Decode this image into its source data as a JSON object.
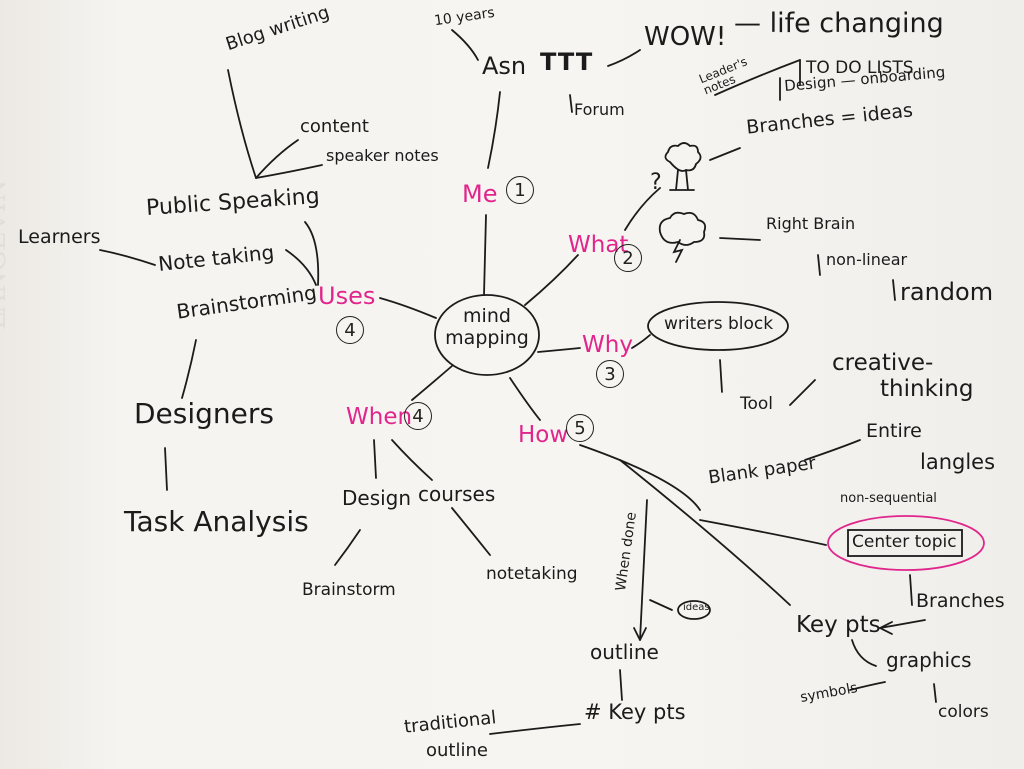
{
  "center": "mind\nmapping",
  "watermark": "LANGEVIN",
  "branches": {
    "me": {
      "label": "Me",
      "number": "1"
    },
    "what": {
      "label": "What",
      "number": "2"
    },
    "why": {
      "label": "Why",
      "number": "3"
    },
    "how": {
      "label": "How",
      "number": "5"
    },
    "when": {
      "label": "When",
      "number": "4"
    },
    "uses": {
      "label": "Uses",
      "number": "4"
    }
  },
  "me": {
    "years": "10 years",
    "asn": "Asn",
    "ttt": "TTT",
    "wow": "WOW!",
    "life": "— life changing",
    "forum": "Forum",
    "leaders": "Leader's notes",
    "todo": "TO DO LISTS",
    "design": "Design — onboarding",
    "branches_ideas": "Branches = ideas"
  },
  "what": {
    "question": "?",
    "right_brain": "Right Brain",
    "nonlinear": "non-linear",
    "random": "random"
  },
  "why": {
    "writers_block": "writers block",
    "tool": "Tool",
    "creative": "creative-",
    "thinking": "thinking"
  },
  "how": {
    "blank_paper": "Blank paper",
    "entire": "Entire",
    "langles": "langles",
    "nonsequential": "non-sequential",
    "center_topic": "Center topic",
    "branches": "Branches",
    "key_pts": "Key pts",
    "graphics": "graphics",
    "symbols": "symbols",
    "colors": "colors",
    "when_done": "When done",
    "ideas": "ideas",
    "outline": "outline",
    "hash_key": "# Key pts",
    "traditional": "traditional",
    "outline2": "outline"
  },
  "when": {
    "design": "Design",
    "courses": "courses",
    "brainstorm": "Brainstorm",
    "notetaking": "notetaking"
  },
  "uses": {
    "blog": "Blog writing",
    "content": "content",
    "speaker": "speaker notes",
    "public": "Public Speaking",
    "learners": "Learners",
    "note_taking": "Note taking",
    "brainstorming": "Brainstorming",
    "designers": "Designers",
    "task": "Task Analysis"
  },
  "colors": {
    "ink": "#1b1b1b",
    "pink": "#e0268c"
  }
}
